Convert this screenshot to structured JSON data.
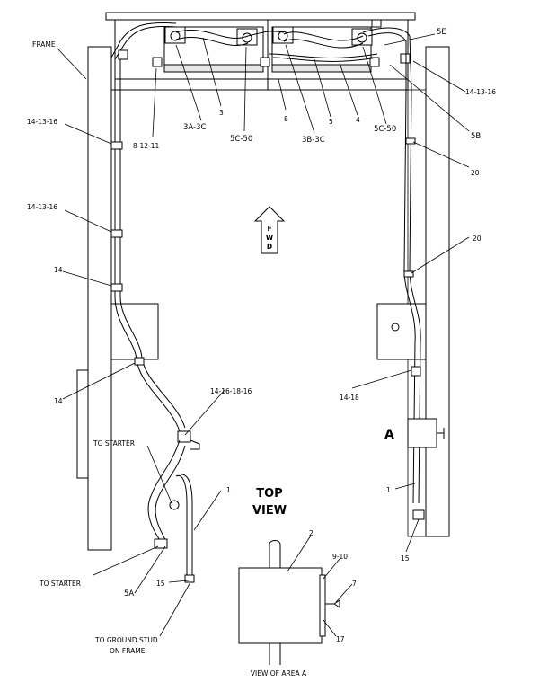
{
  "labels": {
    "frame": "FRAME",
    "c5e": "5E",
    "c14_13_16_tr": "14-13-16",
    "c5b": "5B",
    "c14_13_16_l1": "14-13-16",
    "c14_13_16_l2": "14-13-16",
    "c8_12_11": "8-12-11",
    "c3a_3c": "3A-3C",
    "c3": "3",
    "c5c_50_mid": "5C-50",
    "c8": "8",
    "c3b_3c": "3B-3C",
    "c5": "5",
    "c4": "4",
    "c5c_50_right": "5C-50",
    "c20_upper": "20",
    "c20_lower": "20",
    "fwd": "FWD",
    "c14_left": "14",
    "c14_left_low": "14",
    "c14_18": "14-18",
    "c14_16_18_16": "14-16-18-16",
    "area_a": "A",
    "to_starter_1": "TO STARTER",
    "to_starter_2": "TO STARTER",
    "c1_mid": "1",
    "c1_right": "1",
    "top_view_1": "TOP",
    "top_view_2": "VIEW",
    "c5a": "5A",
    "c15_left": "15",
    "c15_right": "15",
    "to_ground_1": "TO GROUND STUD",
    "to_ground_2": "ON FRAME",
    "c2": "2",
    "c9_10": "9-10",
    "c7": "7",
    "c17": "17",
    "view_area_a": "VIEW OF AREA A"
  }
}
